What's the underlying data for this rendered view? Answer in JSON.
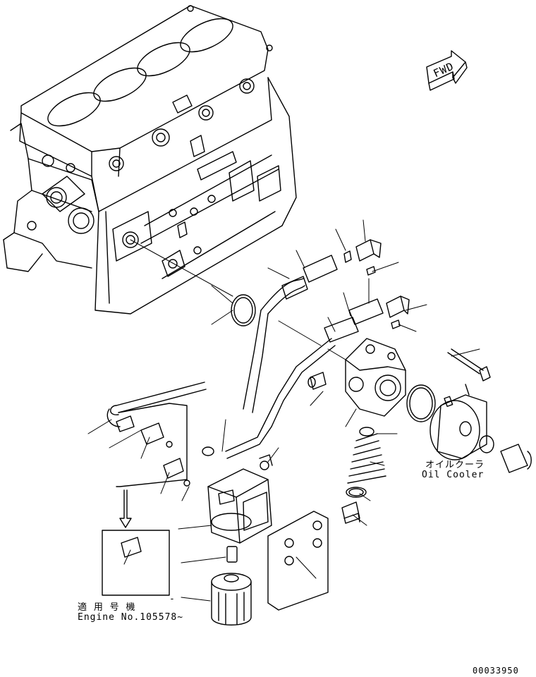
{
  "direction_indicator": "FWD",
  "oil_cooler_label_jp": "オイルクーラ",
  "oil_cooler_label_en": "Oil Cooler",
  "applicable_engine_label_jp": "適 用 号 機",
  "applicable_engine_label_en": "Engine No.105578~",
  "dash_mark": "-",
  "drawing_number": "00033950",
  "icons": [
    "fwd-arrow-icon"
  ]
}
